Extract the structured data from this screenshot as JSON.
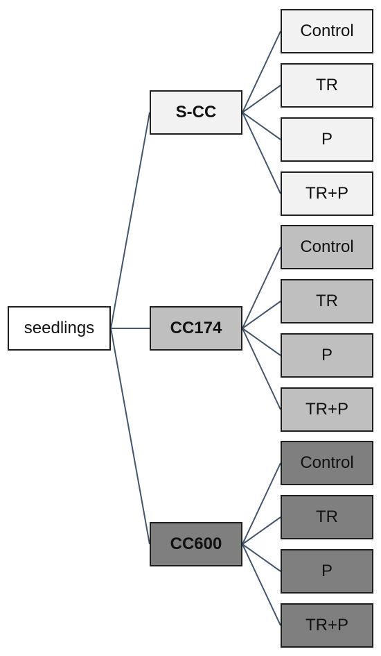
{
  "root": {
    "label": "seedlings",
    "fill": "#ffffff"
  },
  "groups": [
    {
      "label": "S-CC",
      "fill": "#f2f2f2",
      "treatments": [
        "Control",
        "TR",
        "P",
        "TR+P"
      ]
    },
    {
      "label": "CC174",
      "fill": "#bfbfbf",
      "treatments": [
        "Control",
        "TR",
        "P",
        "TR+P"
      ]
    },
    {
      "label": "CC600",
      "fill": "#7f7f7f",
      "treatments": [
        "Control",
        "TR",
        "P",
        "TR+P"
      ]
    }
  ],
  "colors": {
    "connector": "#44546a",
    "border": "#1f1f1f"
  }
}
